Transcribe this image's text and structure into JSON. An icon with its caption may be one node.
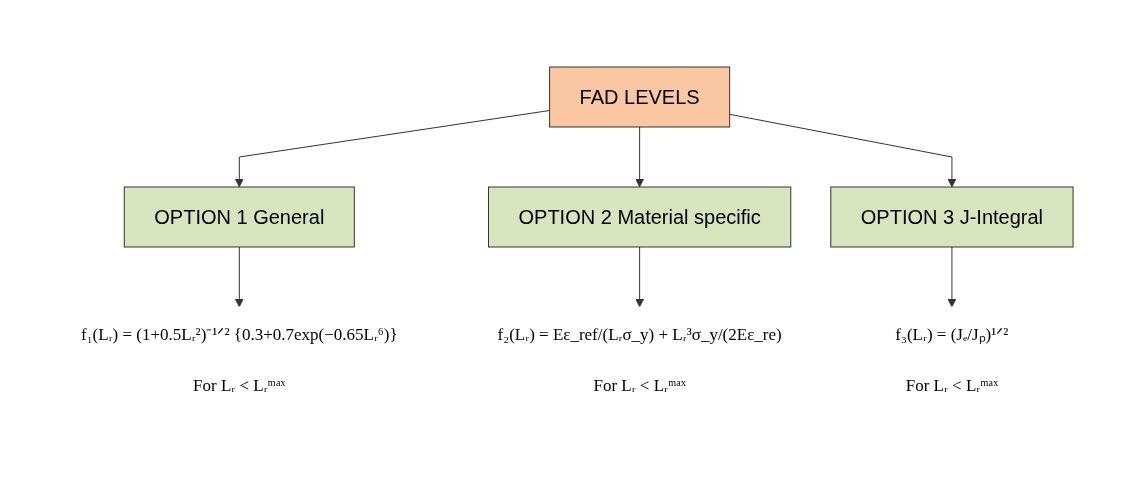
{
  "diagram": {
    "nodes": [
      {
        "text": [
          "FAD LEVELS"
        ]
      },
      {
        "text": [
          "OPTION 1 General"
        ]
      },
      {
        "text": [
          "OPTION 2 Material specific"
        ]
      },
      {
        "text": [
          "OPTION 3 J-Integral"
        ]
      },
      {
        "text": [
          "f₁(Lᵣ) = (1+0.5Lᵣ²)⁻¹ᐟ² {0.3+0.7exp(−0.65Lᵣ⁶)}",
          "For Lᵣ < Lᵣᵐᵃˣ"
        ]
      },
      {
        "text": [
          "f₂(Lᵣ) = Eε_ref/(Lᵣσ_y) + Lᵣ³σ_y/(2Eε_re)",
          "For Lᵣ < Lᵣᵐᵃˣ"
        ]
      },
      {
        "text": [
          "f₃(Lᵣ) = (Jₑ/Jₚ)¹ᐟ²",
          "For Lᵣ < Lᵣᵐᵃˣ"
        ]
      }
    ],
    "edges": [
      {
        "from": 0,
        "to": 1,
        "arrow": "to"
      },
      {
        "from": 0,
        "to": 2,
        "arrow": "to"
      },
      {
        "from": 0,
        "to": 3,
        "arrow": "to"
      },
      {
        "from": 1,
        "to": 4,
        "arrow": "to"
      },
      {
        "from": 2,
        "to": 5,
        "arrow": "to"
      },
      {
        "from": 3,
        "to": 6,
        "arrow": "to"
      }
    ]
  }
}
